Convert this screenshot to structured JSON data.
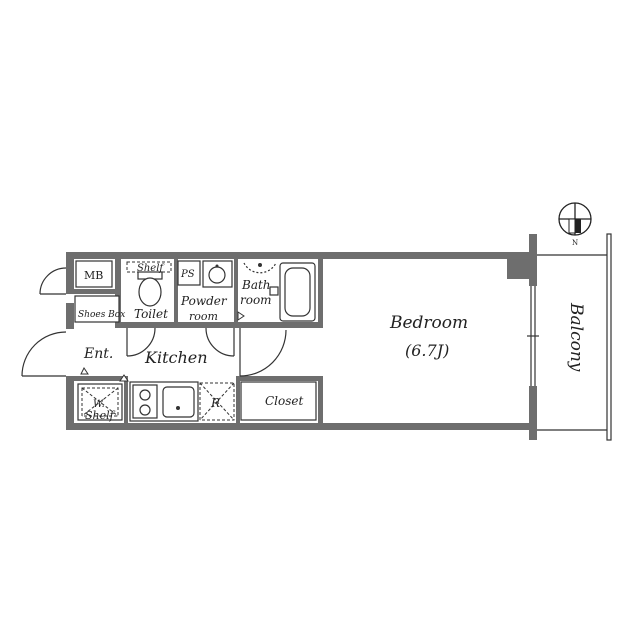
{
  "compass": {
    "north_label": "N"
  },
  "rooms": {
    "mb": "MB",
    "shelf": "Shelf",
    "ps": "PS",
    "toilet": "Toilet",
    "powder_line1": "Powder",
    "powder_line2": "room",
    "bath_line1": "Bath",
    "bath_line2": "room",
    "shoes_box": "Shoes Box",
    "entrance": "Ent.",
    "kitchen": "Kitchen",
    "w_shelf_line1": "W.",
    "w_shelf_line2": "Shelf",
    "refrigerator": "R",
    "closet": "Closet",
    "bedroom": "Bedroom",
    "bedroom_size": "(6.7J)",
    "balcony": "Balcony"
  }
}
